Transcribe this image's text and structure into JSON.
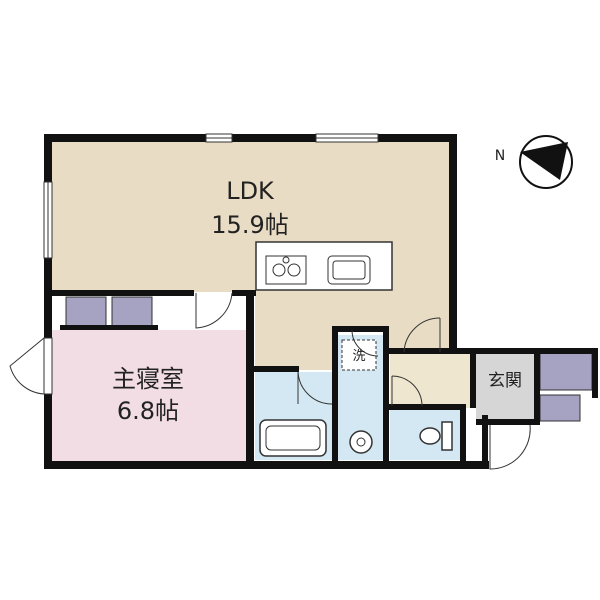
{
  "rooms": {
    "ldk": {
      "name": "LDK",
      "size": "15.9帖"
    },
    "master_bedroom": {
      "name": "主寝室",
      "size": "6.8帖"
    },
    "entrance": {
      "name": "玄関"
    },
    "washer": {
      "name": "洗"
    }
  },
  "compass": {
    "north_label": "N"
  },
  "colors": {
    "ldk": "#e8dcc4",
    "bedroom": "#f1dde3",
    "wet_area": "#d4e8f3",
    "entrance": "#d6d6d6",
    "storage": "#a6a2c2",
    "hall": "#efe6cf",
    "wall": "#111111"
  }
}
